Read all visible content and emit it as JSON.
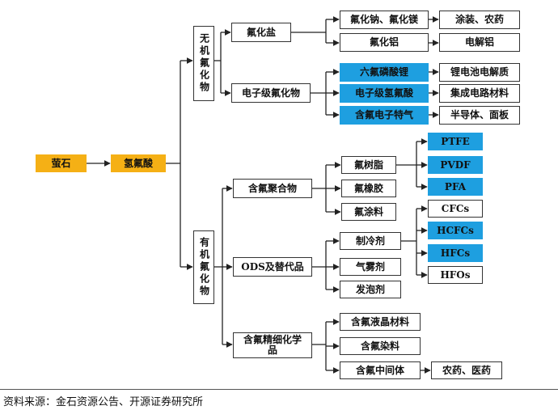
{
  "nodes": {
    "fluorite": "萤石",
    "hf": "氢氟酸",
    "inorganic": "无机氟化物",
    "fluoride_salt": "氟化盐",
    "na_mg_fluoride": "氟化钠、氟化镁",
    "al_fluoride": "氟化铝",
    "coatings_pesticide": "涂装、农药",
    "electrolytic_al": "电解铝",
    "electronic_fluoride": "电子级氟化物",
    "lipf6": "六氟磷酸锂",
    "electronic_hf": "电子级氢氟酸",
    "electronic_gas": "含氟电子特气",
    "li_electrolyte": "锂电池电解质",
    "ic_material": "集成电路材料",
    "semi_panel": "半导体、面板",
    "organic": "有机氟化物",
    "fluoropolymer": "含氟聚合物",
    "fluororesin": "氟树脂",
    "fluororubber": "氟橡胶",
    "fluorocoating": "氟涂料",
    "ptfe": "PTFE",
    "pvdf": "PVDF",
    "pfa": "PFA",
    "ods": "ODS及替代品",
    "refrigerant": "制冷剂",
    "aerosol": "气雾剂",
    "foaming": "发泡剂",
    "cfcs": "CFCs",
    "hcfcs": "HCFCs",
    "hfcs": "HFCs",
    "hfos": "HFOs",
    "fine_chem": "含氟精细化学品",
    "lc_material": "含氟液晶材料",
    "dye": "含氟染料",
    "intermediate": "含氟中间体",
    "pesticide_medicine": "农药、医药"
  },
  "source": "资料来源：金石资源公告、开源证券研究所",
  "colors": {
    "highlight_orange": "#f5b015",
    "highlight_blue": "#1e9fe0",
    "line": "#222222"
  }
}
